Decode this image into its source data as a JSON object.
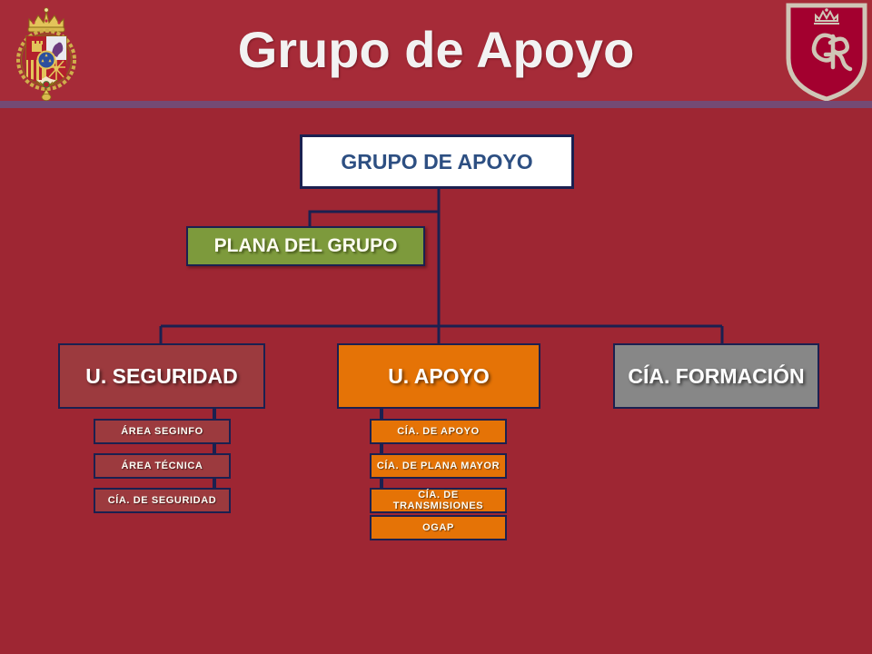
{
  "header": {
    "title": "Grupo de Apoyo",
    "left_emblem": "spanish-royal-coat-of-arms",
    "right_emblem": "gr-crowned-shield-emblem"
  },
  "colors": {
    "background_red": "#9e2633",
    "header_red": "#a62b38",
    "divider_purple": "#744a74",
    "border_navy": "#1b2050",
    "root_fill": "#ffffff",
    "root_text": "#2d4f82",
    "plana_green": "#7d9a3c",
    "seguridad_red": "#9c3a3e",
    "apoyo_orange": "#e57306",
    "formacion_gray": "#878787",
    "label_white": "#ffffff"
  },
  "chart_data": {
    "type": "diagram",
    "title": "Grupo de Apoyo",
    "root": "GRUPO DE APOYO",
    "staff": "PLANA DEL GRUPO",
    "units": [
      {
        "name": "U. SEGURIDAD",
        "children": [
          "ÁREA SEGINFO",
          "ÁREA TÉCNICA",
          "CÍA. DE SEGURIDAD"
        ]
      },
      {
        "name": "U. APOYO",
        "children": [
          "CÍA. DE APOYO",
          "CÍA. DE PLANA MAYOR",
          "CÍA. DE TRANSMISIONES",
          "OGAP"
        ]
      },
      {
        "name": "CÍA. FORMACIÓN",
        "children": []
      }
    ]
  },
  "nodes": {
    "root": "GRUPO DE APOYO",
    "plana": "PLANA DEL GRUPO",
    "seguridad": "U. SEGURIDAD",
    "apoyo": "U. APOYO",
    "formacion": "CÍA. FORMACIÓN",
    "seginfo": "ÁREA SEGINFO",
    "tecnica": "ÁREA TÉCNICA",
    "cia_seguridad": "CÍA. DE SEGURIDAD",
    "cia_apoyo": "CÍA. DE APOYO",
    "cia_plana_mayor": "CÍA. DE PLANA MAYOR",
    "cia_transmisiones": "CÍA. DE TRANSMISIONES",
    "ogap": "OGAP"
  }
}
